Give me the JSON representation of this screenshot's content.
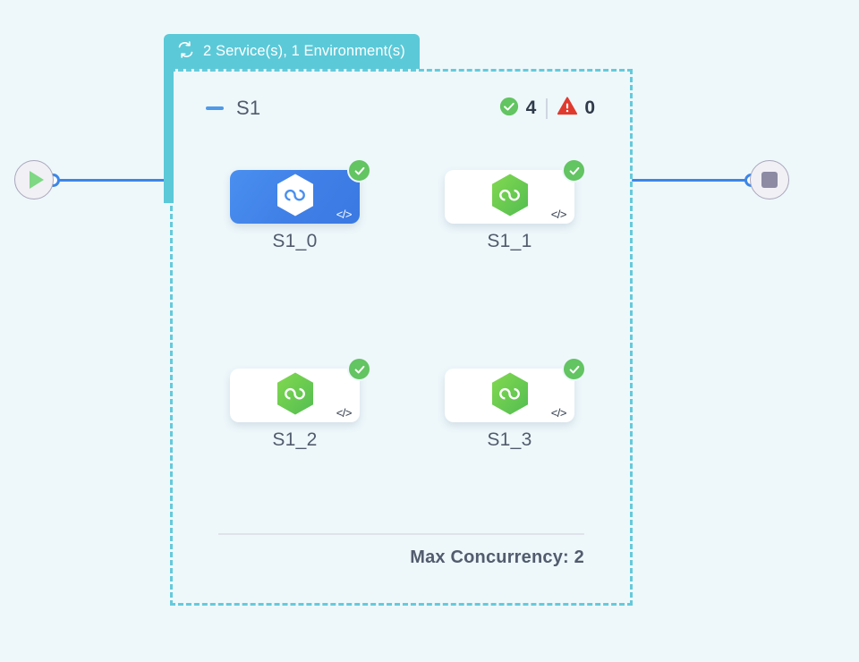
{
  "canvas": {
    "background_color": "#eef8fb",
    "accent_teal": "#5bc9d8",
    "accent_blue": "#3c86e8",
    "status_green": "#63c462",
    "status_red": "#e03a2f"
  },
  "group": {
    "tab_label": "2 Service(s), 1 Environment(s)",
    "tab_icon": "cycle-icon",
    "title": "S1",
    "collapse_icon": "minus-icon",
    "status": {
      "success_icon": "check-circle-icon",
      "success_count": "4",
      "warning_icon": "warning-triangle-icon",
      "warning_count": "0"
    },
    "footer": {
      "concurrency_label": "Max Concurrency: 2"
    }
  },
  "terminals": {
    "start": {
      "icon": "play-icon",
      "name": "start-node"
    },
    "end": {
      "icon": "stop-icon",
      "name": "end-node"
    }
  },
  "nodes": [
    {
      "label": "S1_0",
      "state": "selected",
      "icon": "hexagon-infinity-icon",
      "icon_color": "#ffffff",
      "badge": "check-circle-icon",
      "code_glyph": "</>"
    },
    {
      "label": "S1_1",
      "state": "idle",
      "icon": "hexagon-infinity-icon",
      "icon_color": "#6ac949",
      "badge": "check-circle-icon",
      "code_glyph": "</>"
    },
    {
      "label": "S1_2",
      "state": "idle",
      "icon": "hexagon-infinity-icon",
      "icon_color": "#6ac949",
      "badge": "check-circle-icon",
      "code_glyph": "</>"
    },
    {
      "label": "S1_3",
      "state": "idle",
      "icon": "hexagon-infinity-icon",
      "icon_color": "#6ac949",
      "badge": "check-circle-icon",
      "code_glyph": "</>"
    }
  ]
}
